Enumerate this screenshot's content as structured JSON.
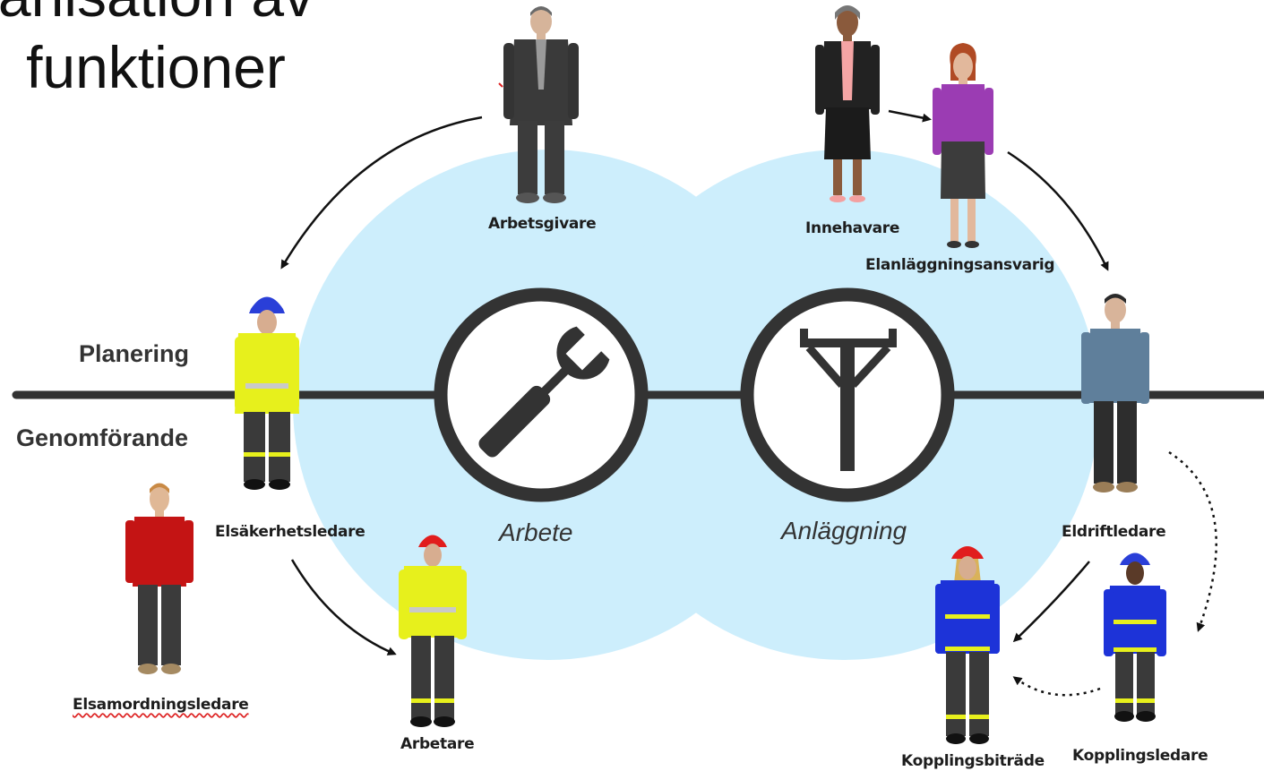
{
  "title": {
    "line1": "anisation av",
    "line2": "funktioner"
  },
  "phases": {
    "planning": "Planering",
    "execution": "Genomförande"
  },
  "domains": {
    "work": "Arbete",
    "installation": "Anläggning"
  },
  "icons": {
    "work": "wrench-icon",
    "installation": "power-pole-icon"
  },
  "colors": {
    "circle_fill": "#cdeefc",
    "line": "#333333",
    "hi_vis_yellow": "#e7f01c",
    "blue_uniform": "#1d33d8",
    "red_shirt": "#c41414"
  },
  "roles": {
    "arbetsgivare": "Arbetsgivare",
    "innehavare": "Innehavare",
    "elanlaggningsansvarig": "Elanläggningsansvarig",
    "elsakerhetsledare": "Elsäkerhetsledare",
    "eldriftledare": "Eldriftledare",
    "elsamordningsledare": "Elsamordningsledare",
    "arbetare": "Arbetare",
    "kopplingsbitrade": "Kopplingsbiträde",
    "kopplingsledare": "Kopplingsledare"
  }
}
